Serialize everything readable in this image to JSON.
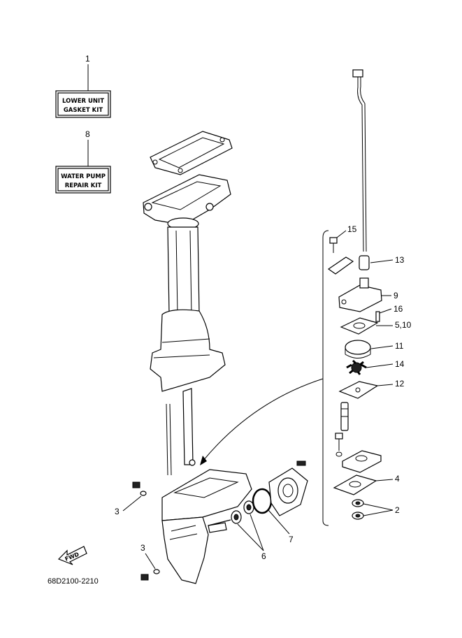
{
  "kits": [
    {
      "number": "1",
      "line1": "LOWER UNIT",
      "line2": "GASKET KIT"
    },
    {
      "number": "8",
      "line1": "WATER PUMP",
      "line2": "REPAIR KIT"
    }
  ],
  "callouts": {
    "c15": "15",
    "c13": "13",
    "c9": "9",
    "c16": "16",
    "c5_10": "5,10",
    "c11": "11",
    "c14": "14",
    "c12": "12",
    "c4": "4",
    "c2": "2",
    "c3a": "3",
    "c3b": "3",
    "c6": "6",
    "c7": "7"
  },
  "fwd_label": "FWD",
  "drawing_code": "68D2100-2210"
}
